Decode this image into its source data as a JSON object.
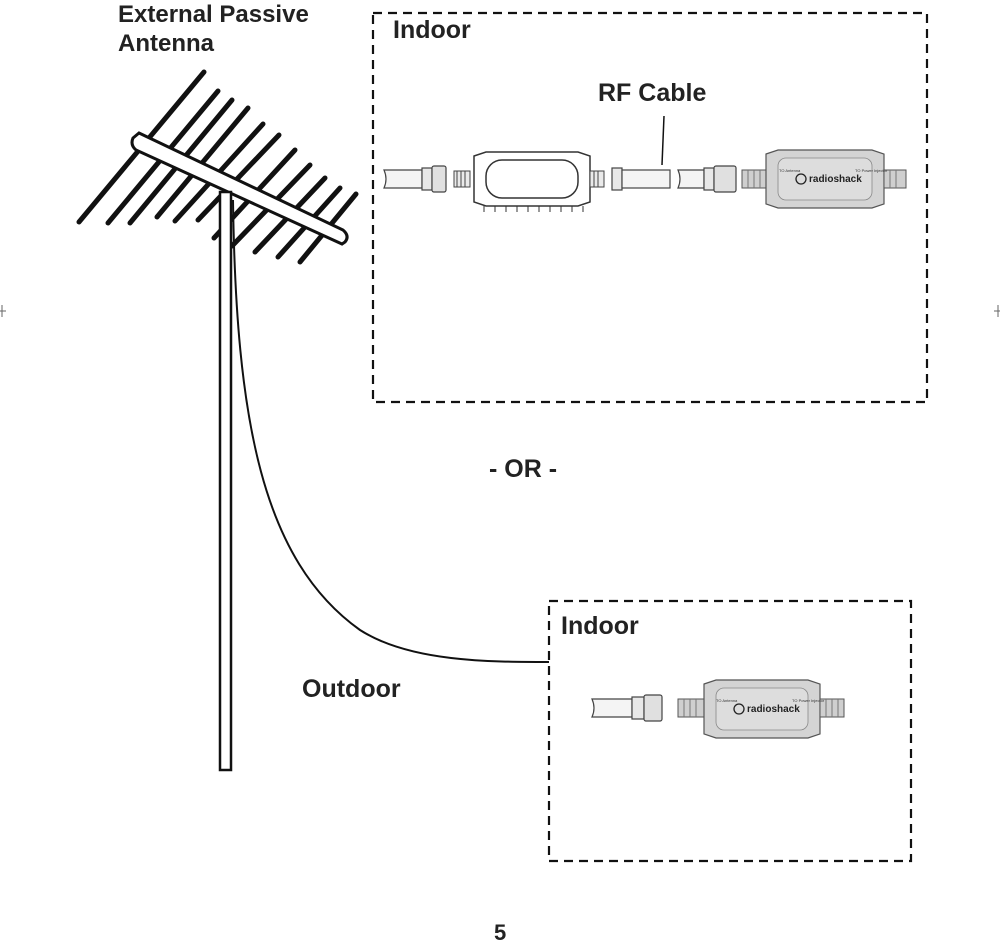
{
  "labels": {
    "antenna_title_line1": "External Passive",
    "antenna_title_line2": "Antenna",
    "indoor_top": "Indoor",
    "rf_cable": "RF Cable",
    "or_separator": "- OR -",
    "indoor_bottom": "Indoor",
    "outdoor": "Outdoor",
    "page_number": "5"
  },
  "device": {
    "brand": "radioshack",
    "port_left": "TO Antenna",
    "port_right": "TO Power Injector"
  },
  "icons": [
    "antenna-icon",
    "coax-connector-icon",
    "barrel-connector-icon",
    "amplifier-device-icon"
  ],
  "colors": {
    "ink": "#222222",
    "device_body": "#d4d4d4",
    "background": "#ffffff"
  }
}
